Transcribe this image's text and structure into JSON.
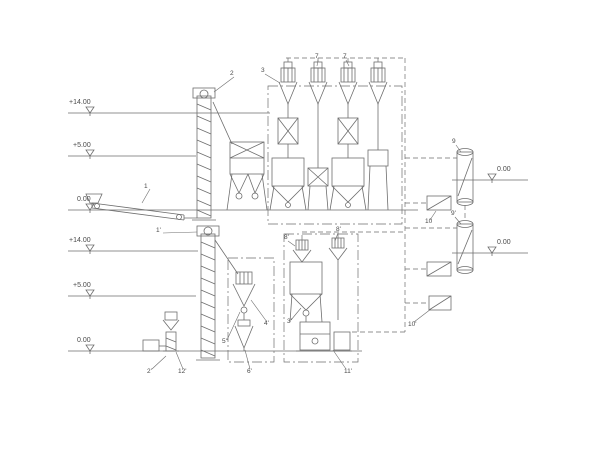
{
  "drawing": {
    "type": "engineering process flow diagram",
    "background_color": "#ffffff",
    "line_color": "#6e6e6e",
    "text_color": "#4a4a4a"
  },
  "elevation_markers": {
    "top_left": {
      "m1": "+14.00",
      "m2": "+5.00",
      "m3": "0.00"
    },
    "bottom_left": {
      "m4": "+14.00",
      "m5": "+5.00",
      "m6": "0.00"
    },
    "right": {
      "m7": "0.00",
      "m8": "0.00"
    }
  },
  "equipment_labels": {
    "l1": "1",
    "l2": "2",
    "l3": "3",
    "l7a": "7",
    "l7b": "7",
    "l9": "9",
    "l9p": "9'",
    "l10": "10",
    "l10p": "10'",
    "l1p": "1'",
    "l2p": "2'",
    "l12p": "12'",
    "l4p": "4'",
    "l5p": "5'",
    "l6p": "6'",
    "l3p": "3'",
    "l8pa": "8'",
    "l8pb": "8'",
    "l11p": "11'"
  }
}
